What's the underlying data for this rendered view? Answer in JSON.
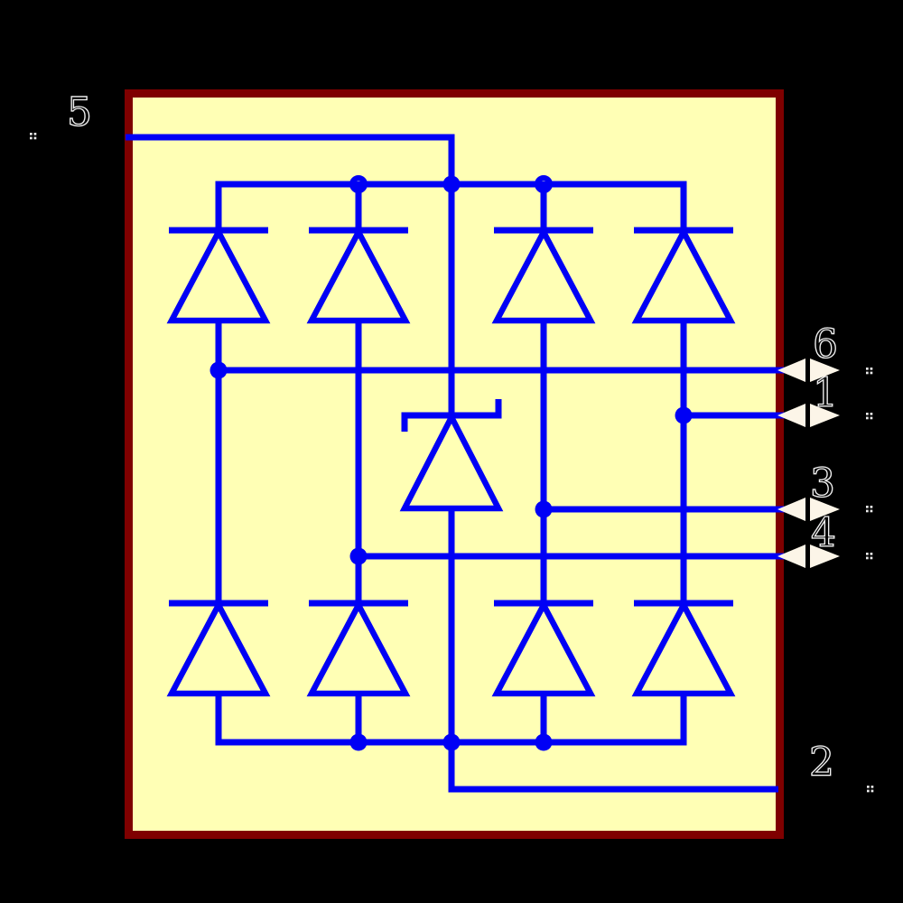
{
  "colors": {
    "wire": "#0000f5",
    "body": "#ffffb5",
    "border": "#7f0000",
    "bg": "#000000",
    "label": "#f0f0f0",
    "arrow": "#fcf5e8",
    "marker": "#e9e9e9"
  },
  "pins": [
    {
      "label": "5",
      "side": "left"
    },
    {
      "label": "6",
      "side": "right"
    },
    {
      "label": "1",
      "side": "right"
    },
    {
      "label": "3",
      "side": "right"
    },
    {
      "label": "4",
      "side": "right"
    },
    {
      "label": "2",
      "side": "right"
    }
  ]
}
